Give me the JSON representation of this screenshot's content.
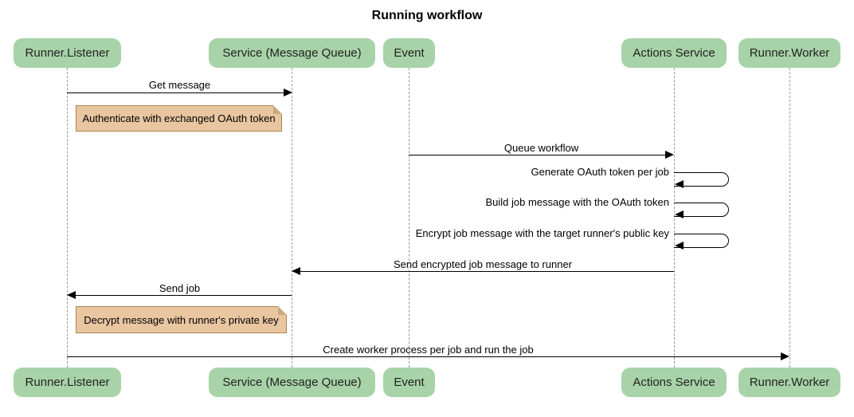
{
  "title": "Running workflow",
  "colors": {
    "actor_fill": "#A8D3A8",
    "actor_text": "#222222",
    "note_fill": "#E9C6A0",
    "note_border": "#A88653",
    "note_fold": "#C9A87E",
    "lifeline": "#9B9B9B",
    "arrow": "#000000",
    "title_text": "#000000"
  },
  "diagram": {
    "type": "sequence",
    "actors": [
      {
        "id": "runner-listener",
        "label": "Runner.Listener"
      },
      {
        "id": "service-message-queue",
        "label": "Service (Message Queue)"
      },
      {
        "id": "event",
        "label": "Event"
      },
      {
        "id": "actions-service",
        "label": "Actions Service"
      },
      {
        "id": "runner-worker",
        "label": "Runner.Worker"
      }
    ],
    "messages": [
      {
        "kind": "arrow",
        "from": "Runner.Listener",
        "to": "Service (Message Queue)",
        "label": "Get message"
      },
      {
        "kind": "note",
        "over": "Runner.Listener, Service (Message Queue)",
        "label": "Authenticate with exchanged OAuth token"
      },
      {
        "kind": "arrow",
        "from": "Event",
        "to": "Actions Service",
        "label": "Queue workflow"
      },
      {
        "kind": "self",
        "actor": "Actions Service",
        "label": "Generate OAuth token per job"
      },
      {
        "kind": "self",
        "actor": "Actions Service",
        "label": "Build job message with the OAuth token"
      },
      {
        "kind": "self",
        "actor": "Actions Service",
        "label": "Encrypt job message with the target runner's public key"
      },
      {
        "kind": "arrow",
        "from": "Actions Service",
        "to": "Service (Message Queue)",
        "label": "Send encrypted job message to runner"
      },
      {
        "kind": "arrow",
        "from": "Service (Message Queue)",
        "to": "Runner.Listener",
        "label": "Send job"
      },
      {
        "kind": "note",
        "over": "Runner.Listener",
        "label": "Decrypt message with runner's private key"
      },
      {
        "kind": "arrow",
        "from": "Runner.Listener",
        "to": "Runner.Worker",
        "label": "Create worker process per job and run the job"
      }
    ]
  }
}
